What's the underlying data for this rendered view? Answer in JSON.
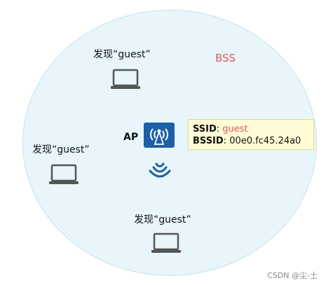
{
  "bss_label": "BSS",
  "stations": [
    {
      "label": "发现“guest”"
    },
    {
      "label": "发现“guest”"
    },
    {
      "label": "发现“guest”"
    }
  ],
  "ap": {
    "label": "AP"
  },
  "beacon": {
    "ssid_key": "SSID",
    "ssid_value": "guest",
    "bssid_key": "BSSID",
    "bssid_value": "00e0.fc45.24a0"
  },
  "watermark": "CSDN @尘-土",
  "colors": {
    "accent_red": "#e05a5a",
    "ap_blue": "#1d5fa8",
    "circle_fill": "#e8f5fb"
  }
}
